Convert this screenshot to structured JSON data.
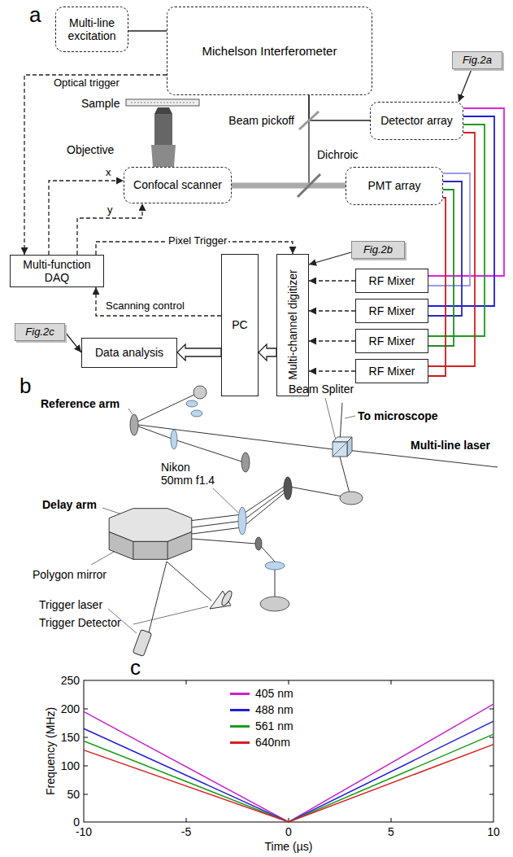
{
  "diagram": {
    "nodes": [
      {
        "text": [
          "Multi-line excitation"
        ]
      },
      {
        "text": [
          "Michelson Interferometer"
        ]
      },
      {
        "text": [
          "Detector array"
        ]
      },
      {
        "text": [
          "Confocal scanner"
        ]
      },
      {
        "text": [
          "PMT array"
        ]
      },
      {
        "text": [
          "Multi-function DAQ"
        ]
      },
      {
        "text": [
          "Multi-channel digitizer"
        ]
      },
      {
        "text": [
          "PC"
        ]
      },
      {
        "text": [
          "Data analysis"
        ]
      },
      {
        "text": [
          "RF Mixer"
        ]
      },
      {
        "text": [
          "RF Mixer"
        ]
      },
      {
        "text": [
          "RF Mixer"
        ]
      },
      {
        "text": [
          "RF Mixer"
        ]
      },
      {
        "text": [
          "Fig.2a"
        ]
      },
      {
        "text": [
          "Fig.2b"
        ]
      },
      {
        "text": [
          "Fig.2c"
        ]
      }
    ],
    "edges": [
      {
        "from": 0,
        "to": 1,
        "arrow": "none"
      },
      {
        "from": 1,
        "to": 2,
        "arrow": "none"
      },
      {
        "from": 1,
        "to": 3,
        "arrow": "none"
      },
      {
        "from": 3,
        "to": 4,
        "arrow": "none"
      },
      {
        "from": 1,
        "to": 5,
        "label": "Optical trigger",
        "arrow": "to"
      },
      {
        "from": 5,
        "to": 3,
        "label": "x",
        "arrow": "to"
      },
      {
        "from": 5,
        "to": 3,
        "label": "y",
        "arrow": "to"
      },
      {
        "from": 5,
        "to": 6,
        "label": "Pixel Trigger",
        "arrow": "to"
      },
      {
        "from": 7,
        "to": 5,
        "label": "Scanning control",
        "arrow": "to"
      },
      {
        "from": 6,
        "to": 7,
        "arrow": "to"
      },
      {
        "from": 7,
        "to": 8,
        "arrow": "to"
      },
      {
        "from": 9,
        "to": 6,
        "arrow": "to"
      },
      {
        "from": 10,
        "to": 6,
        "arrow": "to"
      },
      {
        "from": 11,
        "to": 6,
        "arrow": "to"
      },
      {
        "from": 12,
        "to": 6,
        "arrow": "to"
      },
      {
        "from": 2,
        "to": 9,
        "arrow": "none"
      },
      {
        "from": 2,
        "to": 10,
        "arrow": "none"
      },
      {
        "from": 2,
        "to": 11,
        "arrow": "none"
      },
      {
        "from": 2,
        "to": 12,
        "arrow": "none"
      },
      {
        "from": 4,
        "to": 9,
        "arrow": "none"
      },
      {
        "from": 4,
        "to": 10,
        "arrow": "none"
      },
      {
        "from": 4,
        "to": 11,
        "arrow": "none"
      },
      {
        "from": 4,
        "to": 12,
        "arrow": "none"
      },
      {
        "from": 13,
        "to": 2,
        "arrow": "to"
      },
      {
        "from": 14,
        "to": 6,
        "arrow": "to"
      },
      {
        "from": 15,
        "to": 8,
        "arrow": "to"
      }
    ],
    "labels": [
      "a",
      "Sample",
      "Objective",
      "Beam pickoff",
      "Dichroic",
      "b",
      "Beam Spliter",
      "To microscope",
      "Reference arm",
      "Multi-line laser",
      "Nikon 50mm f1.4",
      "Delay arm",
      "Polygon mirror",
      "Trigger laser",
      "Trigger Detector",
      "c",
      "250",
      "200",
      "150",
      "100",
      "50",
      "0",
      "-10",
      "-5",
      "0",
      "5",
      "10",
      "Frequency (MHz)",
      "Time (µs)"
    ],
    "legend": [
      {
        "text": "405 nm",
        "color": "#cc22cc"
      },
      {
        "text": "488 nm",
        "color": "#1f1fd6"
      },
      {
        "text": "561 nm",
        "color": "#1c9c1c"
      },
      {
        "text": "640nm",
        "color": "#d61f1f"
      }
    ]
  }
}
